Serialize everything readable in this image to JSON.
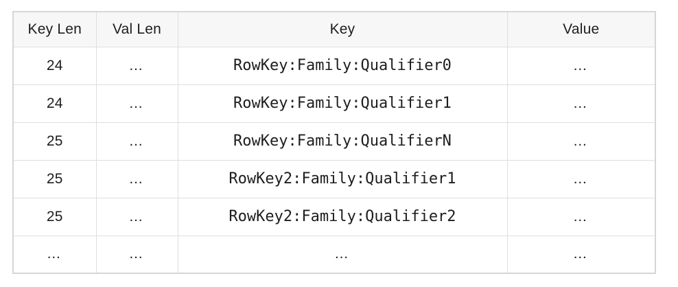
{
  "table": {
    "headers": [
      "Key Len",
      "Val Len",
      "Key",
      "Value"
    ],
    "rows": [
      {
        "key_len": "24",
        "val_len": "…",
        "key": "RowKey:Family:Qualifier0",
        "value": "…"
      },
      {
        "key_len": "24",
        "val_len": "…",
        "key": "RowKey:Family:Qualifier1",
        "value": "…"
      },
      {
        "key_len": "25",
        "val_len": "…",
        "key": "RowKey:Family:QualifierN",
        "value": "…"
      },
      {
        "key_len": "25",
        "val_len": "…",
        "key": "RowKey2:Family:Qualifier1",
        "value": "…"
      },
      {
        "key_len": "25",
        "val_len": "…",
        "key": "RowKey2:Family:Qualifier2",
        "value": "…"
      },
      {
        "key_len": "…",
        "val_len": "…",
        "key": "…",
        "value": "…"
      }
    ]
  },
  "colors": {
    "header_bg": "#f7f7f7",
    "border_inner": "#dedede",
    "border_outer": "#d6d6d6",
    "text": "#1d1d1f",
    "background": "#ffffff"
  }
}
